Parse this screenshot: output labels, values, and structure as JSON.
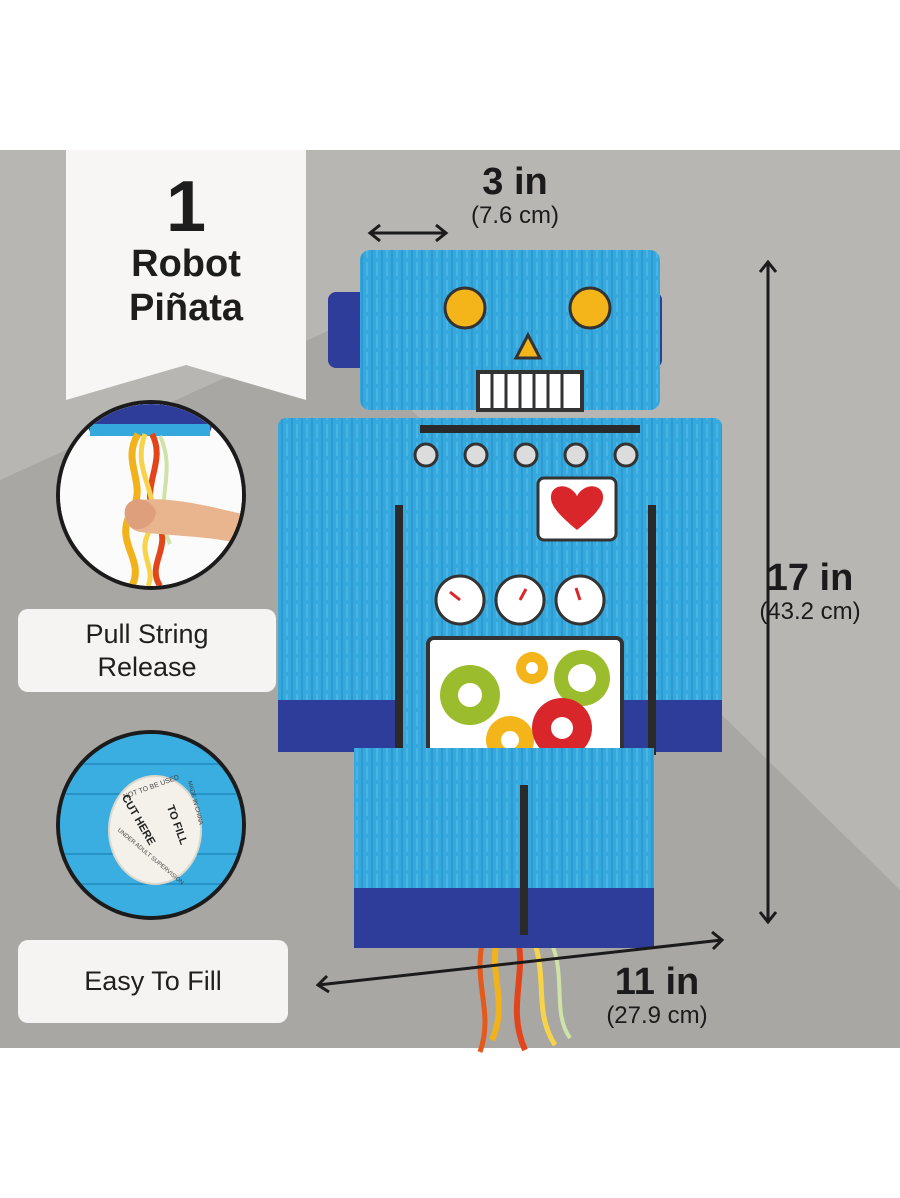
{
  "badge": {
    "count": "1",
    "line1": "Robot",
    "line2": "Piñata"
  },
  "features": [
    {
      "label_line1": "Pull String",
      "label_line2": "Release"
    },
    {
      "label": "Easy To Fill"
    }
  ],
  "sticker": {
    "top": "NOT TO BE USED",
    "left": "CUT HERE",
    "right": "TO FILL",
    "bottom": "UNDER ADULT SUPERVISION",
    "side": "MADE IN CHINA"
  },
  "dimensions": {
    "depth": {
      "value": "3 in",
      "metric": "(7.6 cm)"
    },
    "height": {
      "value": "17 in",
      "metric": "(43.2 cm)"
    },
    "width": {
      "value": "11 in",
      "metric": "(27.9 cm)"
    }
  },
  "colors": {
    "robot_blue": "#35a9de",
    "robot_dark_blue": "#2e3d9a",
    "panel_gray": "#b8b6b2",
    "heart_red": "#d9262a"
  }
}
